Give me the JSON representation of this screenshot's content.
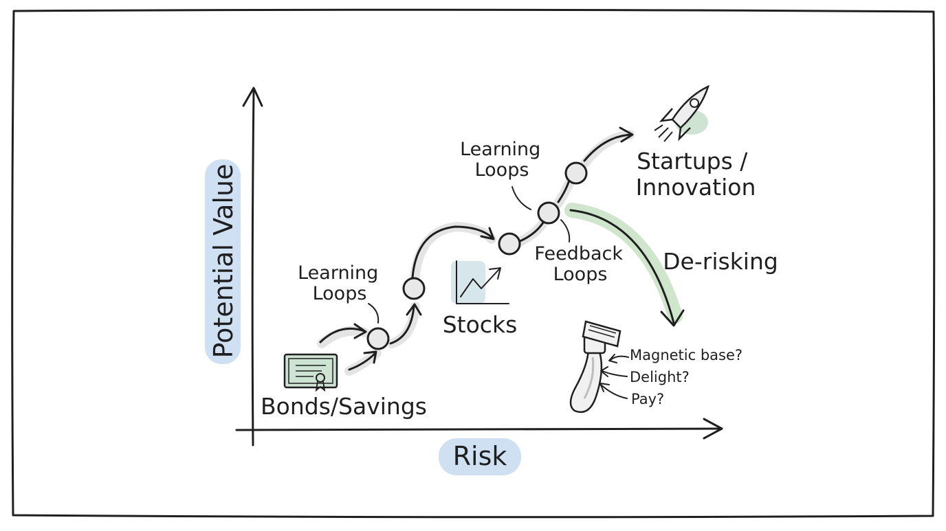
{
  "axes": {
    "y_label": "Potential Value",
    "x_label": "Risk"
  },
  "stages": {
    "bonds": "Bonds/Savings",
    "stocks": "Stocks",
    "startups_line1": "Startups /",
    "startups_line2": "Innovation"
  },
  "loops": {
    "learning_1_line1": "Learning",
    "learning_1_line2": "Loops",
    "learning_2_line1": "Learning",
    "learning_2_line2": "Loops",
    "feedback_line1": "Feedback",
    "feedback_line2": "Loops"
  },
  "derisking": {
    "label": "De-risking",
    "questions": [
      "Magnetic base?",
      "Delight?",
      "Pay?"
    ]
  },
  "icons": {
    "bond": "certificate-icon",
    "stocks": "stock-chart-icon",
    "startups": "rocket-icon",
    "product": "razor-icon"
  },
  "colors": {
    "axis_highlight": "#cfe0f3",
    "derisk_highlight": "#cfe6cc",
    "icon_green": "#cfe3d3",
    "ink": "#1f1f1f"
  }
}
